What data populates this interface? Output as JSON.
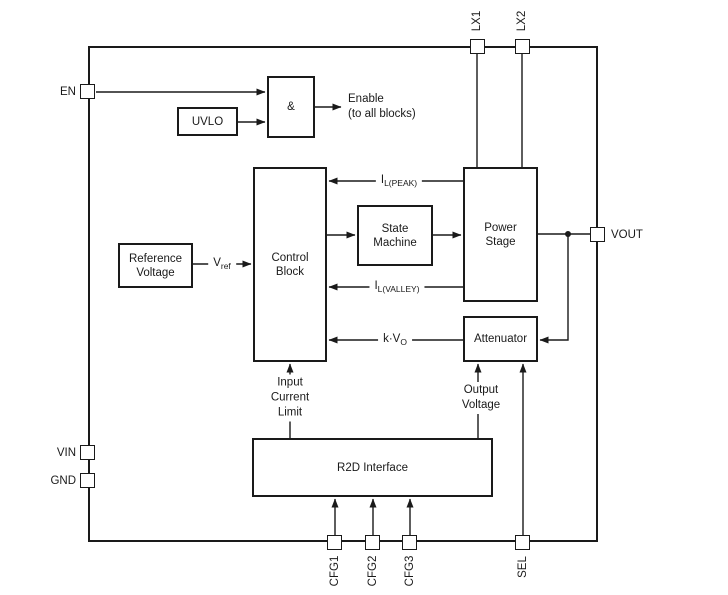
{
  "colors": {
    "line": "#1a1a1a",
    "background": "#ffffff"
  },
  "blocks": {
    "reference_voltage": "Reference\nVoltage",
    "uvlo": "UVLO",
    "and_gate": "&",
    "control_block": "Control\nBlock",
    "state_machine": "State\nMachine",
    "power_stage": "Power\nStage",
    "attenuator": "Attenuator",
    "r2d_interface": "R2D Interface"
  },
  "pins": {
    "en": "EN",
    "vin": "VIN",
    "gnd": "GND",
    "vout": "VOUT",
    "lx1": "LX1",
    "lx2": "LX2",
    "cfg1": "CFG1",
    "cfg2": "CFG2",
    "cfg3": "CFG3",
    "sel": "SEL"
  },
  "signals": {
    "enable_note": "Enable\n(to all blocks)",
    "il_peak": {
      "base": "I",
      "sub": "L(PEAK)"
    },
    "il_valley": {
      "base": "I",
      "sub": "L(VALLEY)"
    },
    "vref": {
      "base": "V",
      "sub": "ref"
    },
    "k_vo": {
      "base": "k·V",
      "sub": "O"
    },
    "input_current_limit": "Input\nCurrent\nLimit",
    "output_voltage": "Output\nVoltage"
  }
}
